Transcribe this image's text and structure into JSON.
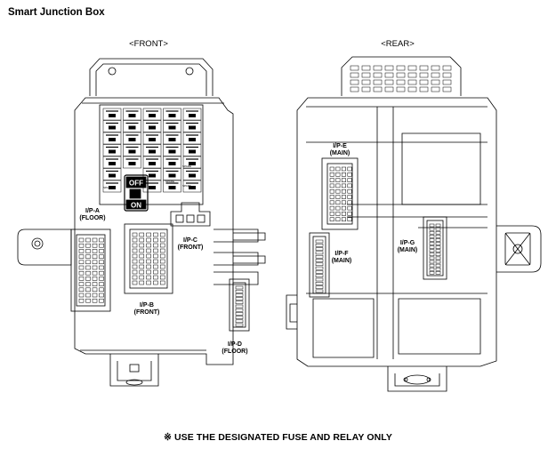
{
  "title": "Smart Junction Box",
  "views": {
    "front": "<FRONT>",
    "rear": "<REAR>"
  },
  "connectors": {
    "ip_a": [
      "I/P-A",
      "(FLOOR)"
    ],
    "ip_b": [
      "I/P-B",
      "(FRONT)"
    ],
    "ip_c": [
      "I/P-C",
      "(FRONT)"
    ],
    "ip_d": [
      "I/P-D",
      "(FLOOR)"
    ],
    "ip_e": [
      "I/P-E",
      "(MAIN)"
    ],
    "ip_f": [
      "I/P-F",
      "(MAIN)"
    ],
    "ip_g": [
      "I/P-G",
      "(MAIN)"
    ]
  },
  "switch": {
    "off": "OFF",
    "on": "ON"
  },
  "fuse_labels": [
    "SPARE",
    "SPARE",
    "SPARE",
    "SPARE"
  ],
  "note": "※ USE THE DESIGNATED FUSE AND RELAY ONLY"
}
